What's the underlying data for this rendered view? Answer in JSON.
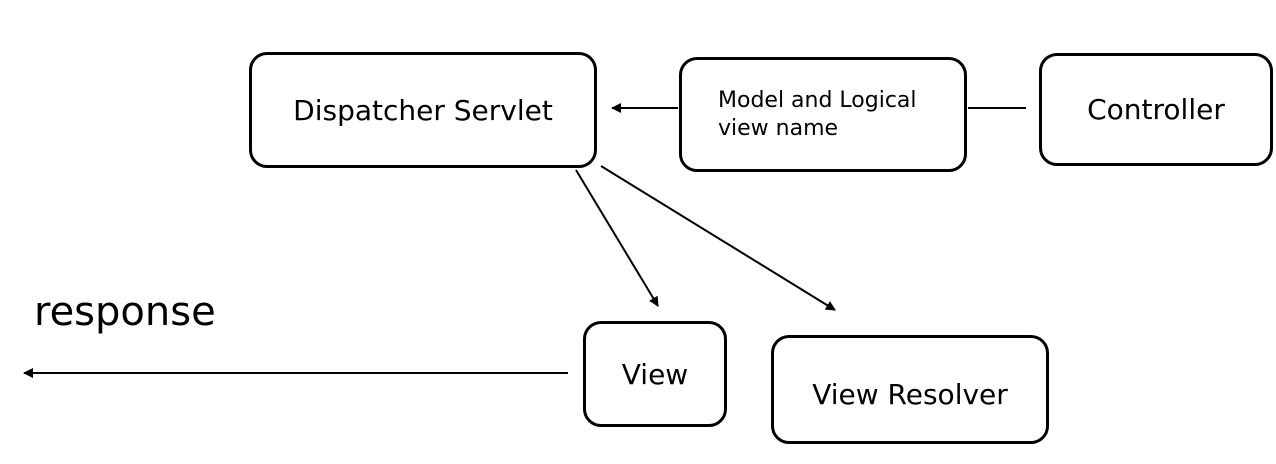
{
  "nodes": {
    "dispatcher": "Dispatcher Servlet",
    "model": "Model and Logical\nview name",
    "controller": "Controller",
    "view": "View",
    "view_resolver": "View Resolver"
  },
  "labels": {
    "response": "response"
  }
}
